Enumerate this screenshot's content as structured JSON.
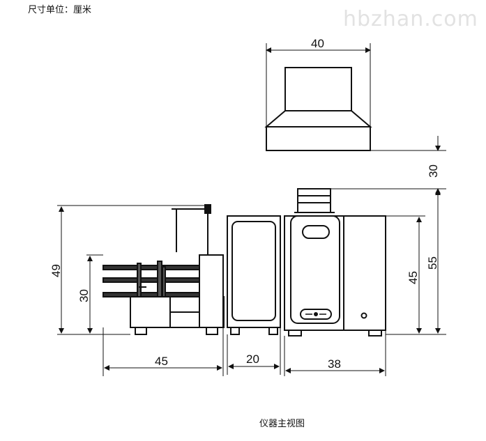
{
  "unit_label": "尺寸单位：厘米",
  "watermark": "hbzhan.com",
  "caption": "仪器主视图",
  "dimensions": {
    "top_width": "40",
    "top_height": "30",
    "left_width": "45",
    "left_height_total": "49",
    "left_height_body": "30",
    "mid_width": "20",
    "right_width": "38",
    "right_height_body": "45",
    "right_height_total": "55"
  }
}
